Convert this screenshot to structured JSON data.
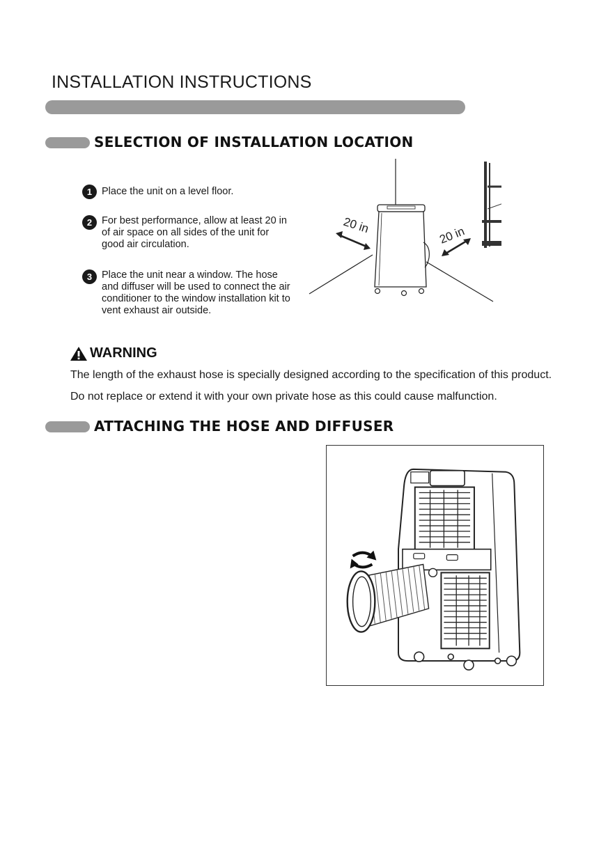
{
  "page": {
    "title": "INSTALLATION INSTRUCTIONS"
  },
  "section_location": {
    "heading": "SELECTION  OF  INSTALLATION  LOCATION",
    "steps": [
      {
        "number": "1",
        "text": "Place the unit on a level floor."
      },
      {
        "number": "2",
        "text": "For best performance, allow at least 20 in\nof air space on all sides of the unit for\ngood air circulation."
      },
      {
        "number": "3",
        "text": "Place the unit near a window. The hose\nand diffuser will be used to connect the air\nconditioner to the window installation kit to\nvent exhaust air outside."
      }
    ],
    "diagram": {
      "clearance_left": "20 in",
      "clearance_right": "20 in"
    }
  },
  "warning": {
    "title": "WARNING",
    "icon": "warning-triangle-icon",
    "lines": [
      "The length of the exhaust hose is specially designed according to the specification of this product.",
      "Do not replace or extend it with your own private hose as this could cause malfunction."
    ]
  },
  "section_hose": {
    "heading": "ATTACHING THE HOSE AND DIFFUSER"
  },
  "colors": {
    "bar_gray": "#9a9a9a",
    "text": "#1a1a1a"
  }
}
